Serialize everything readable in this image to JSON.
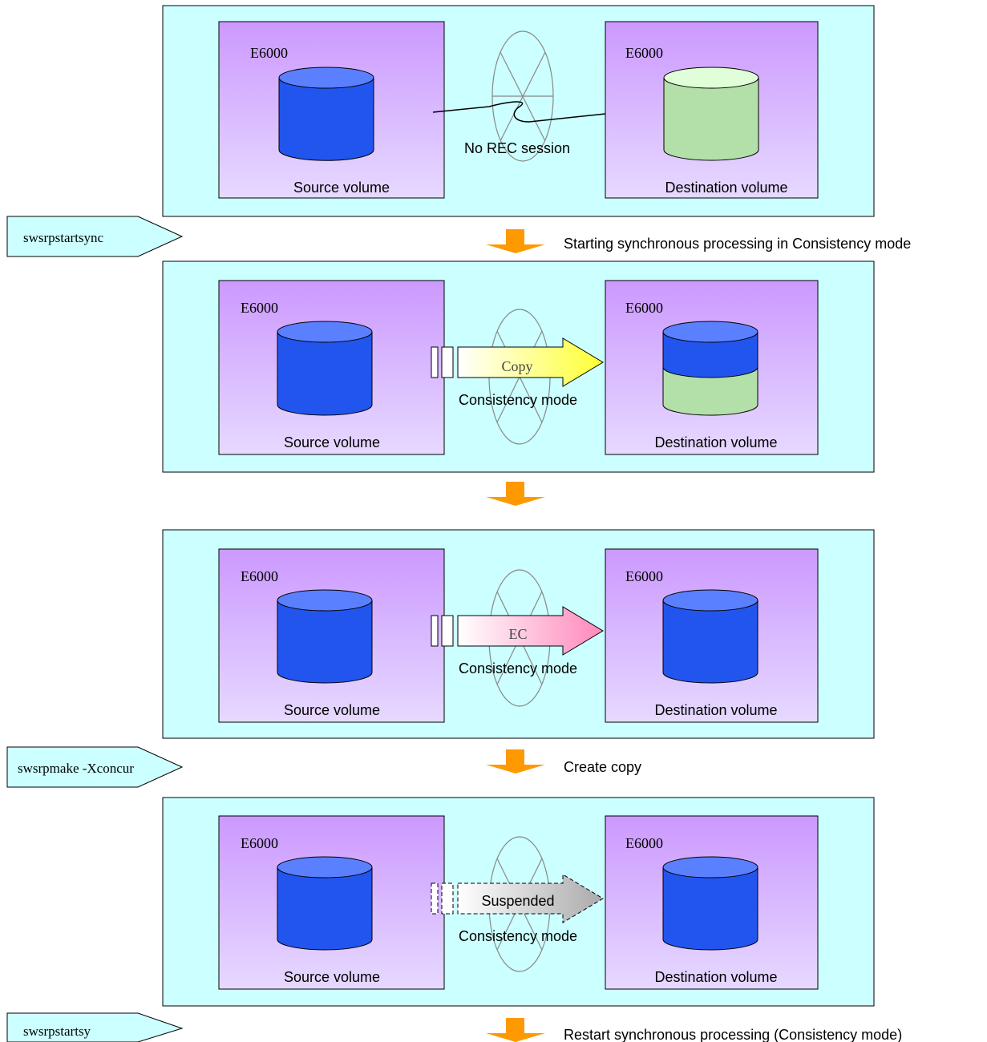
{
  "colors": {
    "stage_fill": "#ccffff",
    "box_top": "#cc99ff",
    "box_bottom": "#e6d9ff",
    "blue_top": "#5a80ff",
    "blue_body": "#2255ee",
    "green_top": "#e0ffd8",
    "green_body": "#b2e0a8",
    "step_arrow": "#ff9900",
    "yellow_arrow": "#ffff33",
    "pink_arrow": "#ff88bb",
    "grey_arrow": "#aaaaaa"
  },
  "stages": [
    {
      "source_box": {
        "title": "E6000",
        "label": "Source volume"
      },
      "dest_box": {
        "title": "E6000",
        "label": "Destination volume"
      },
      "link_label": "No REC session",
      "dest_state": "empty"
    },
    {
      "source_box": {
        "title": "E6000",
        "label": "Source volume"
      },
      "dest_box": {
        "title": "E6000",
        "label": "Destination volume"
      },
      "arrow_label": "Copy",
      "mode_label": "Consistency mode",
      "dest_state": "partial"
    },
    {
      "source_box": {
        "title": "E6000",
        "label": "Source volume"
      },
      "dest_box": {
        "title": "E6000",
        "label": "Destination volume"
      },
      "arrow_label": "EC",
      "mode_label": "Consistency mode",
      "dest_state": "full"
    },
    {
      "source_box": {
        "title": "E6000",
        "label": "Source volume"
      },
      "dest_box": {
        "title": "E6000",
        "label": "Destination volume"
      },
      "arrow_label": "Suspended",
      "mode_label": "Consistency mode",
      "dest_state": "full"
    }
  ],
  "commands": [
    {
      "text": "swsrpstartsync"
    },
    {
      "text": "swsrpmake -Xconcur"
    },
    {
      "text": "swsrpstartsy"
    }
  ],
  "transitions": [
    {
      "label": "Starting synchronous processing in Consistency mode"
    },
    {
      "label": ""
    },
    {
      "label": "Create copy"
    },
    {
      "label": "Restart synchronous processing (Consistency mode)"
    }
  ]
}
